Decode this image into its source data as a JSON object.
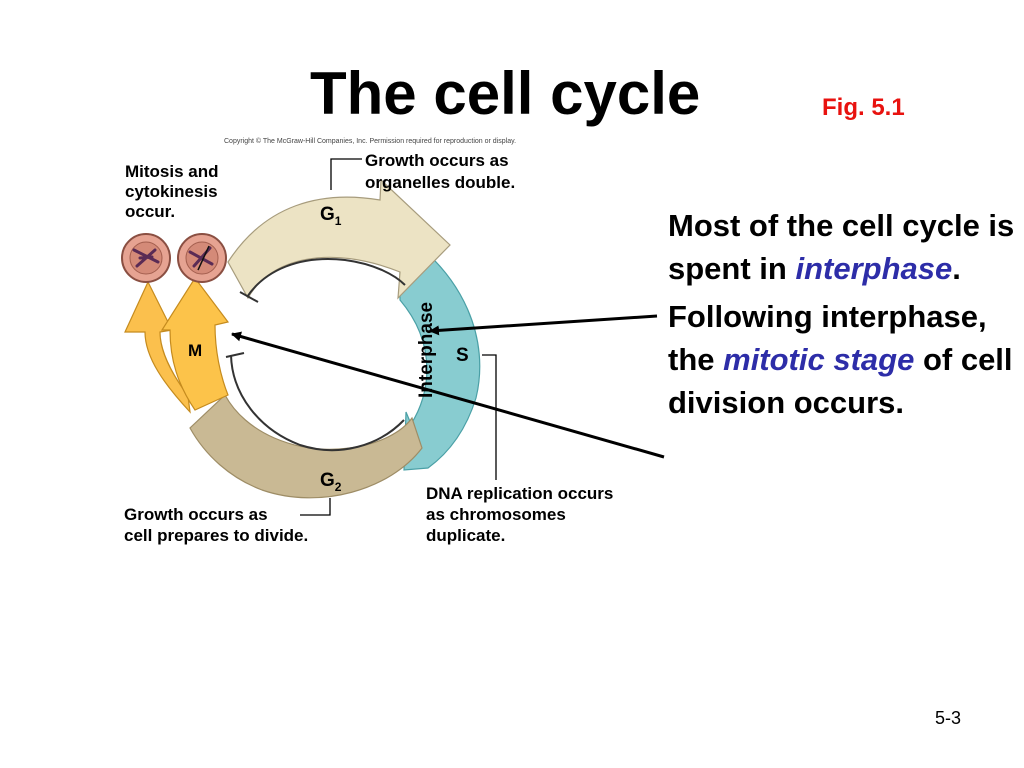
{
  "slide": {
    "title": "The cell cycle",
    "fig_label": "Fig. 5.1",
    "page_number": "5-3"
  },
  "diagram": {
    "copyright": "Copyright © The McGraw-Hill Companies, Inc. Permission required for reproduction or display.",
    "phases": {
      "g1": "G",
      "g1_sub": "1",
      "s": "S",
      "g2": "G",
      "g2_sub": "2",
      "m": "M",
      "interphase": "Interphase"
    },
    "annotations": {
      "mitosis": [
        "Mitosis and",
        "cytokinesis",
        "occur."
      ],
      "g1_growth": [
        "Growth occurs as",
        "organelles double."
      ],
      "g2_growth": [
        "Growth occurs as",
        "cell prepares to divide."
      ],
      "dna": [
        "DNA replication occurs",
        "as chromosomes",
        "duplicate."
      ]
    },
    "colors": {
      "g1_arrow": "#ece3c4",
      "s_arrow": "#88ccd0",
      "g2_arrow": "#c9b994",
      "m_arrow": "#fcc34a",
      "cell": "#e6a392",
      "accent_text": "#2d2da8",
      "fig_red": "#e8120f"
    }
  },
  "text": {
    "bullet1_a": "Most of the cell cycle is spent in",
    "bullet1_em": "interphase",
    "bullet1_b": ".",
    "bullet2_a": "Following interphase, the",
    "bullet2_em": "mitotic stage",
    "bullet2_b": " of cell division occurs."
  }
}
